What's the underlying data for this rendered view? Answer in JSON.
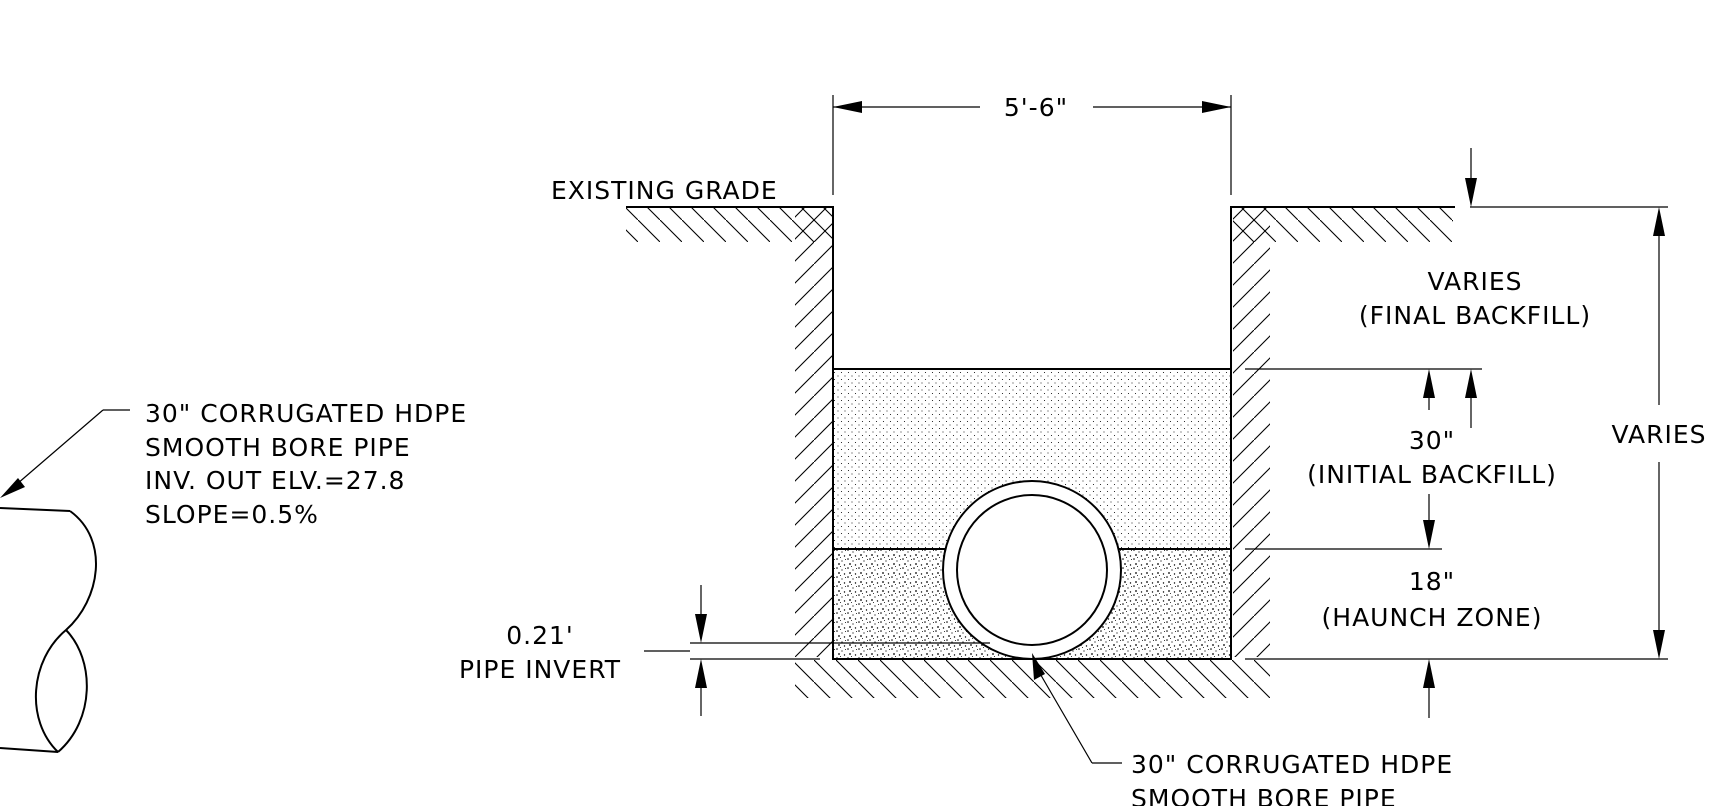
{
  "dims": {
    "trench_width": "5'-6\"",
    "existing_grade": "EXISTING GRADE",
    "varies_final_1": "VARIES",
    "varies_final_2": "(FINAL BACKFILL)",
    "initial_1": "30\"",
    "initial_2": "(INITIAL BACKFILL)",
    "haunch_1": "18\"",
    "haunch_2": "(HAUNCH ZONE)",
    "varies_total": "VARIES",
    "invert_1": "0.21'",
    "invert_2": "PIPE INVERT"
  },
  "callouts": {
    "left": [
      "30\" CORRUGATED HDPE",
      "SMOOTH BORE PIPE",
      "INV. OUT ELV.=27.8",
      "SLOPE=0.5%"
    ],
    "bottom": [
      "30\" CORRUGATED HDPE",
      "SMOOTH BORE PIPE"
    ]
  },
  "colors": {
    "ink": "#000000",
    "background": "#ffffff"
  }
}
